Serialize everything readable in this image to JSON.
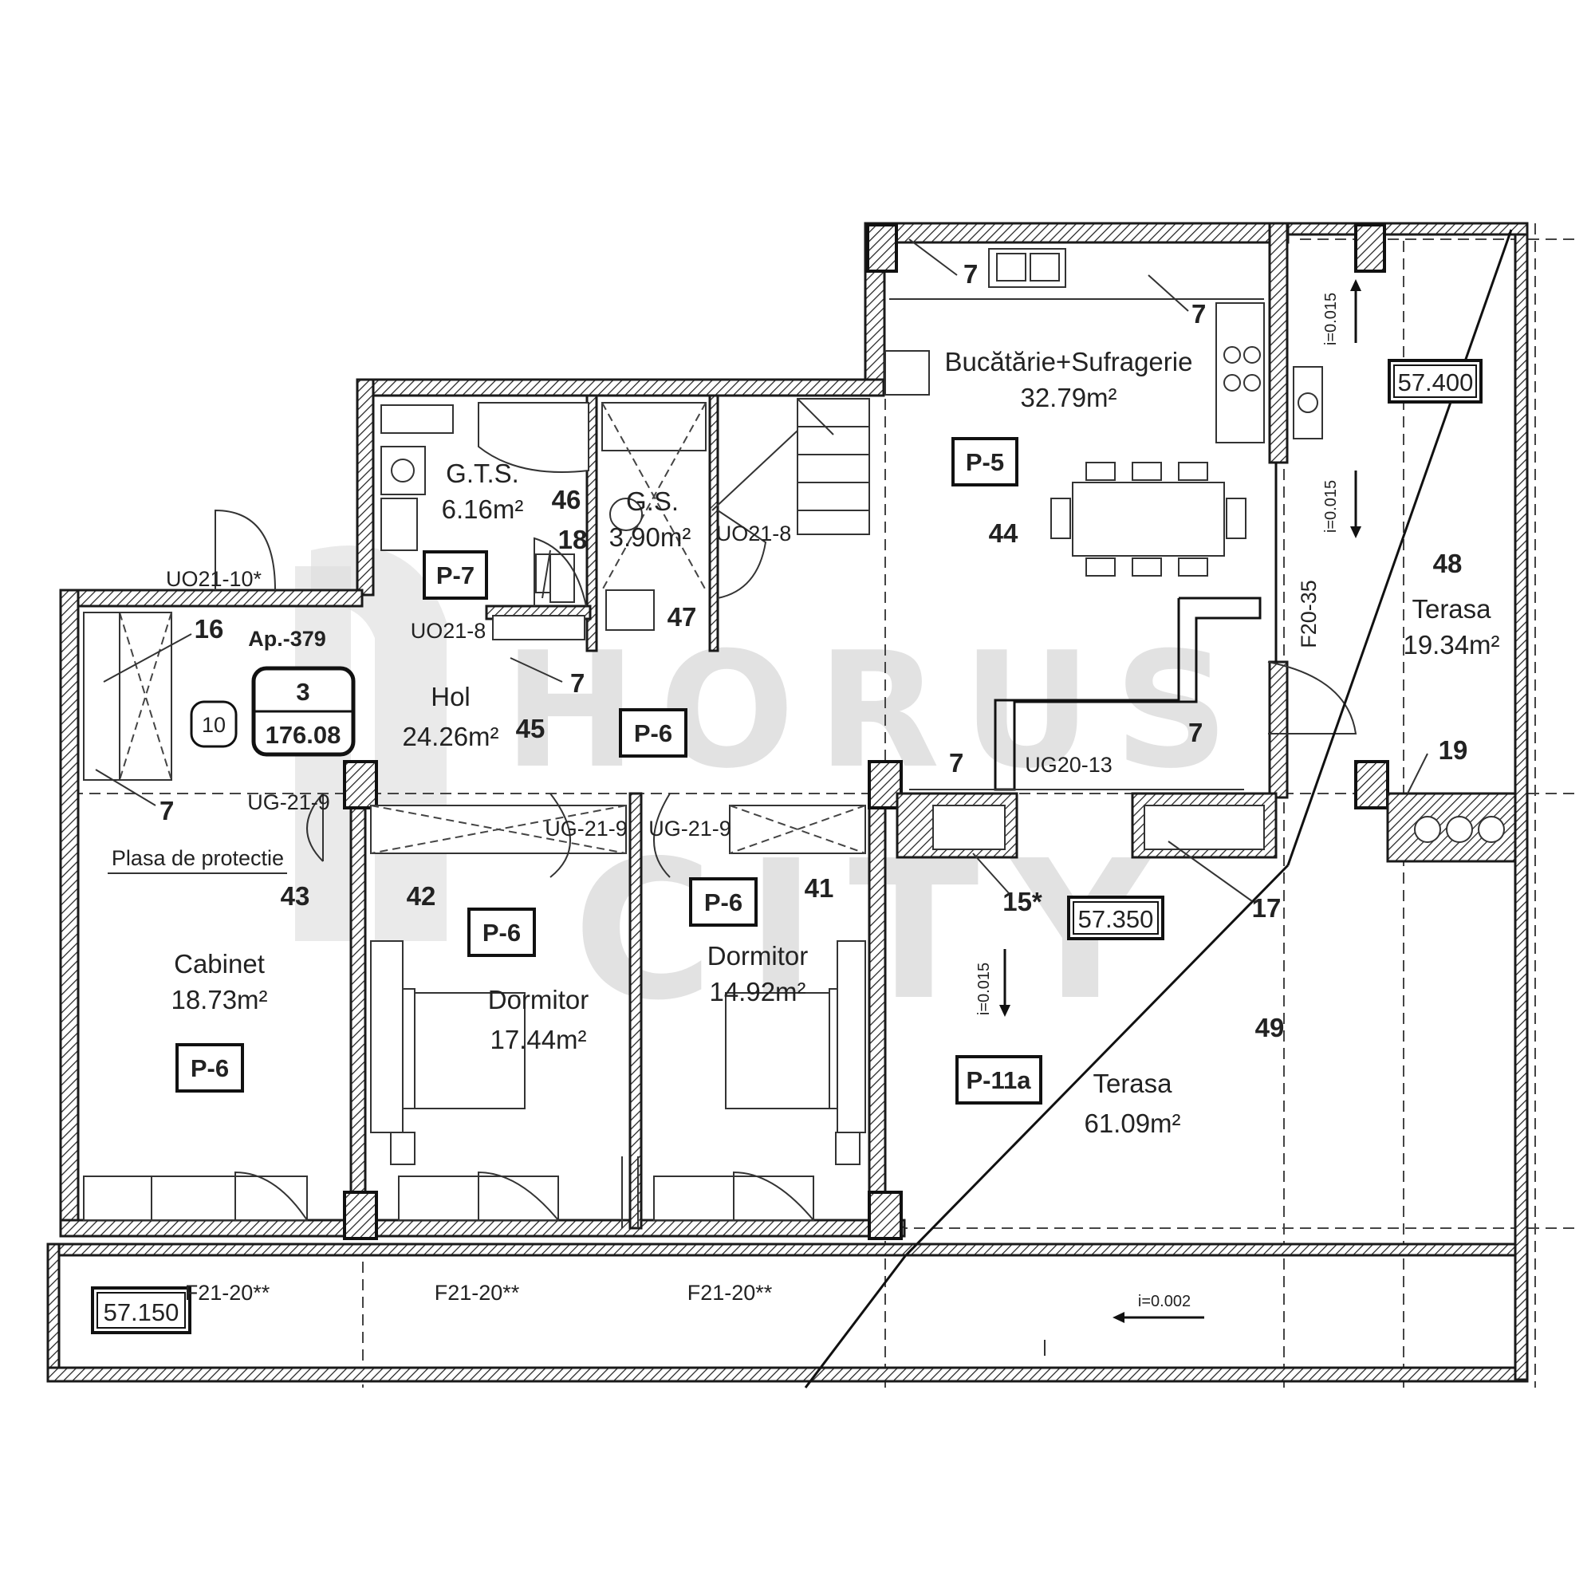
{
  "watermark": {
    "line1": "HORUS",
    "line2": "CITY"
  },
  "rooms": {
    "kitchen": {
      "name": "Bucătărie+Sufragerie",
      "area": "32.79m²"
    },
    "gts": {
      "name": "G.T.S.",
      "area": "6.16m²"
    },
    "gs": {
      "name": "G.S.",
      "area": "3.90m²"
    },
    "hol": {
      "name": "Hol",
      "area": "24.26m²"
    },
    "cabinet": {
      "name": "Cabinet",
      "area": "18.73m²"
    },
    "dorm1": {
      "name": "Dormitor",
      "area": "17.44m²"
    },
    "dorm2": {
      "name": "Dormitor",
      "area": "14.92m²"
    },
    "terasa1": {
      "name": "Terasa",
      "area": "19.34m²"
    },
    "terasa2": {
      "name": "Terasa",
      "area": "61.09m²"
    }
  },
  "apartment": {
    "label": "Ap.-379",
    "number": "3",
    "area": "176.08",
    "circle": "10"
  },
  "room_numbers": [
    "44",
    "46",
    "18",
    "47",
    "45",
    "43",
    "42",
    "41",
    "48",
    "49",
    "16",
    "19",
    "17",
    "15*"
  ],
  "markers": [
    "7"
  ],
  "tags": [
    "P-5",
    "P-7",
    "P-6",
    "P-11a"
  ],
  "elevations": [
    "57.400",
    "57.350",
    "57.150"
  ],
  "door_codes": [
    "UO21-10*",
    "UO21-8",
    "UO21-8",
    "UG-21-9",
    "UG-21-9",
    "UG-21-9",
    "UG20-13"
  ],
  "window_codes": [
    "F21-20**",
    "F20-35"
  ],
  "slopes": [
    "i=0.015",
    "i=0.002"
  ],
  "note": "Plasa de protectie"
}
